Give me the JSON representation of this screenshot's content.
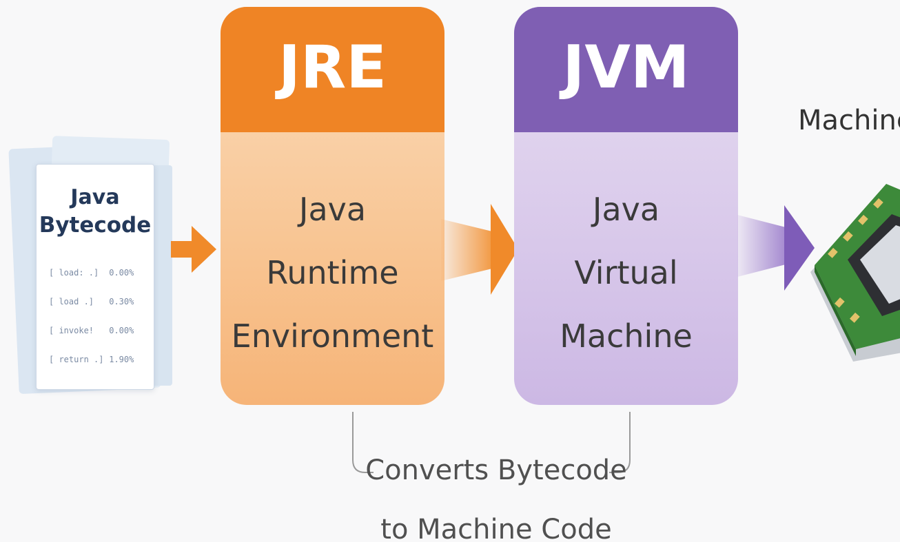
{
  "bytecode": {
    "title_line1": "Java",
    "title_line2": "Bytecode",
    "lines": [
      {
        "op": "[ load:  .]",
        "val": "0.00%"
      },
      {
        "op": "[ load   .]",
        "val": "0.30%"
      },
      {
        "op": "[ invoke!",
        "val": "0.00%"
      },
      {
        "op": "[ return  .]",
        "val": "1.90%"
      }
    ]
  },
  "jre": {
    "header": "JRE",
    "line1": "Java",
    "line2": "Runtime",
    "line3": "Environment"
  },
  "jvm": {
    "header": "JVM",
    "line1": "Java",
    "line2": "Virtual",
    "line3": "Machine"
  },
  "caption": {
    "line1": "Converts Bytecode",
    "line2": "to Machine Code"
  },
  "machine": {
    "label": "Machine"
  },
  "colors": {
    "jre_header": "#ef8425",
    "jvm_header": "#7f5fb3",
    "arrow_orange": "#f08a2a",
    "arrow_purple": "#7e5cb8",
    "chip_green": "#3d8a3a"
  },
  "icons": {
    "document": "document-icon",
    "chip": "cpu-chip-icon"
  }
}
